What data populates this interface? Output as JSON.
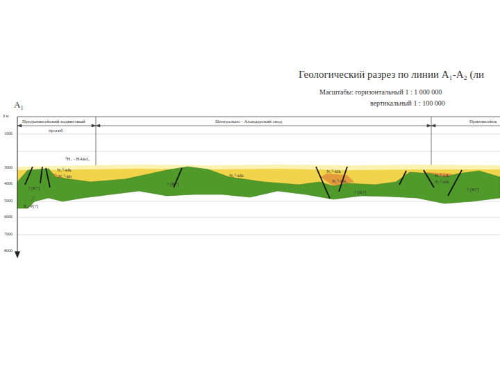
{
  "diagram": {
    "title": "Геологический разрез по линии А₁-А₂ (ли",
    "labels": [
      "А₁",
      "Масштабы: горизонтальный 1 : 1 000 000",
      "вертикальный 1 : 100 000",
      "0 м",
      "1000",
      "3000",
      "4000",
      "5000",
      "6000",
      "7000",
      "8000",
      "Предъенисейский надвиговый",
      "прогиб",
      "Центрально - Ахандарский свод",
      "Приенисейск",
      "²H₁ - НАkd₃",
      "N₁³-klk",
      "N₁²-kh",
      "? [К?]",
      "К₂-Р(?)",
      "? [К?]",
      "N₁³-klk",
      "N₁³-klk",
      "N₁³-klk",
      "? [К?]",
      "N₁³-klk",
      "N₁³-klk",
      "? [К?]"
    ]
  }
}
